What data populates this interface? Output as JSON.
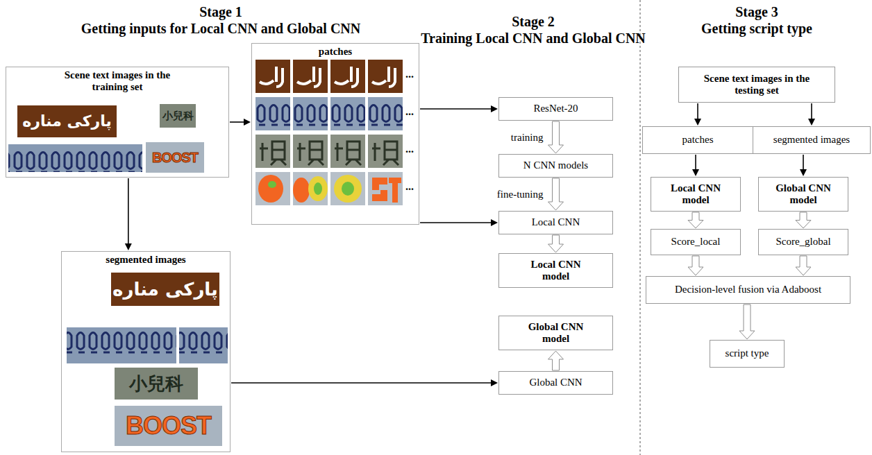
{
  "diagram": {
    "nodes": [
      {
        "text": [
          "Scene text images in the training set"
        ]
      },
      {
        "text": [
          "patches"
        ]
      },
      {
        "text": [
          "segmented images"
        ]
      },
      {
        "text": [
          "ResNet-20"
        ]
      },
      {
        "text": [
          "N CNN models"
        ]
      },
      {
        "text": [
          "Local CNN"
        ]
      },
      {
        "text": [
          "Local CNN model"
        ]
      },
      {
        "text": [
          "Global CNN model"
        ]
      },
      {
        "text": [
          "Global CNN"
        ]
      },
      {
        "text": [
          "Scene text images in the testing set"
        ]
      },
      {
        "text": [
          "patches"
        ]
      },
      {
        "text": [
          "segmented images"
        ]
      },
      {
        "text": [
          "Local CNN model"
        ]
      },
      {
        "text": [
          "Global CNN model"
        ]
      },
      {
        "text": [
          "Score_local"
        ]
      },
      {
        "text": [
          "Score_global"
        ]
      },
      {
        "text": [
          "Decision-level fusion via Adaboost"
        ]
      },
      {
        "text": [
          "script type"
        ]
      }
    ],
    "edges": [
      {
        "from": 0,
        "to": 1,
        "arrow": "to"
      },
      {
        "from": 0,
        "to": 2,
        "arrow": "to"
      },
      {
        "from": 1,
        "to": 3,
        "arrow": "to"
      },
      {
        "from": 1,
        "to": 5,
        "arrow": "to"
      },
      {
        "from": 3,
        "to": 4,
        "label": "training",
        "arrow": "to"
      },
      {
        "from": 4,
        "to": 5,
        "label": "fine-tuning",
        "arrow": "to"
      },
      {
        "from": 5,
        "to": 6,
        "arrow": "to"
      },
      {
        "from": 2,
        "to": 8,
        "arrow": "to"
      },
      {
        "from": 8,
        "to": 7,
        "arrow": "to"
      },
      {
        "from": 9,
        "to": 10,
        "arrow": "to"
      },
      {
        "from": 9,
        "to": 11,
        "arrow": "to"
      },
      {
        "from": 10,
        "to": 12,
        "arrow": "to"
      },
      {
        "from": 11,
        "to": 13,
        "arrow": "to"
      },
      {
        "from": 12,
        "to": 14,
        "arrow": "to"
      },
      {
        "from": 13,
        "to": 15,
        "arrow": "to"
      },
      {
        "from": 14,
        "to": 16,
        "arrow": "to"
      },
      {
        "from": 15,
        "to": 16,
        "arrow": "to"
      },
      {
        "from": 16,
        "to": 17,
        "arrow": "to"
      }
    ],
    "labels": [
      "Stage 1",
      "Getting inputs for Local CNN and Global CNN",
      "Stage 2",
      "Training Local CNN and Global CNN",
      "Stage 3",
      "Getting script type",
      "پارکی مناره",
      "小兒科",
      "BOOST",
      "...",
      "...",
      "...",
      "...",
      "پارکی مناره",
      "小兒科",
      "BOOST"
    ]
  }
}
